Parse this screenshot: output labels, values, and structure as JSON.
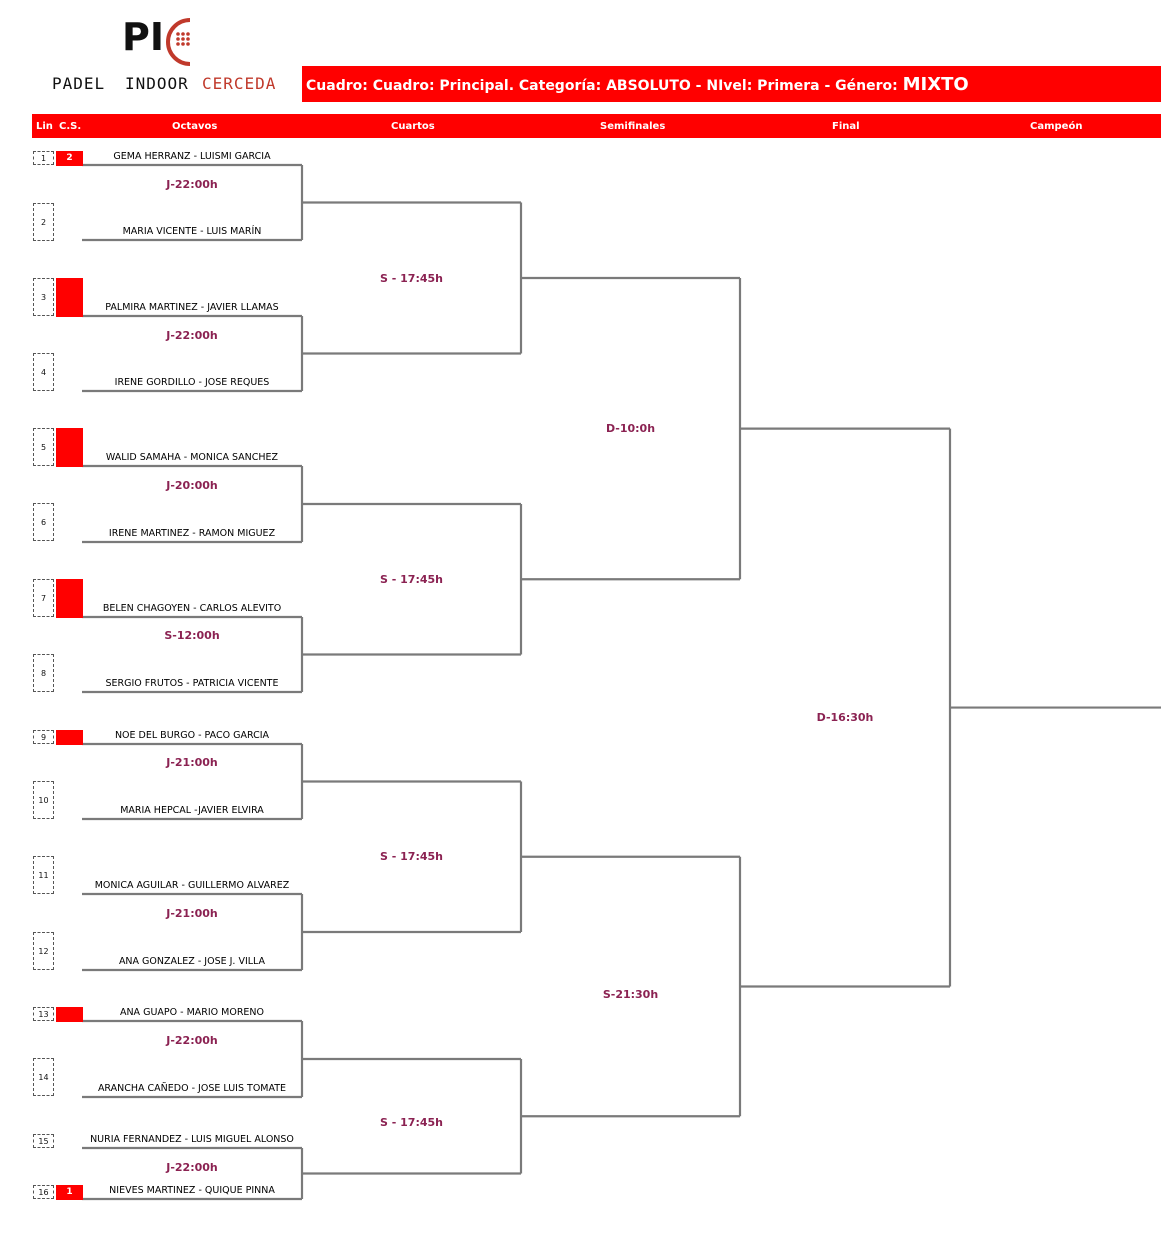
{
  "logo": {
    "mark": "PI",
    "words": [
      "PADEL",
      "INDOOR",
      "CERCEDA"
    ]
  },
  "title": {
    "prefix": "Cuadro: Cuadro: Principal. Categoría: ABSOLUTO - NIvel: Primera - Género:",
    "gender": "MIXTO"
  },
  "columns": {
    "lin": "Lin",
    "cs": "C.S.",
    "octavos": "Octavos",
    "cuartos": "Cuartos",
    "semifinales": "Semifinales",
    "final": "Final",
    "campeon": "Campeón"
  },
  "colors": {
    "accent": "#ff0000",
    "time": "#8b2252",
    "bracket_line": "#7a7a7a"
  },
  "entries": [
    {
      "lin": "1",
      "seed": "2",
      "seed_shown": true,
      "player": "GEMA HERRANZ - LUISMI GARCIA"
    },
    {
      "lin": "2",
      "seed": "",
      "seed_shown": false,
      "player": "MARIA VICENTE - LUIS MARÍN"
    },
    {
      "lin": "3",
      "seed": "",
      "seed_shown": true,
      "player": "PALMIRA MARTINEZ - JAVIER LLAMAS"
    },
    {
      "lin": "4",
      "seed": "",
      "seed_shown": false,
      "player": "IRENE GORDILLO - JOSE REQUES"
    },
    {
      "lin": "5",
      "seed": "",
      "seed_shown": true,
      "player": "WALID SAMAHA - MONICA SANCHEZ"
    },
    {
      "lin": "6",
      "seed": "",
      "seed_shown": false,
      "player": "IRENE MARTINEZ - RAMON MIGUEZ"
    },
    {
      "lin": "7",
      "seed": "",
      "seed_shown": true,
      "player": "BELEN CHAGOYEN - CARLOS ALEVITO"
    },
    {
      "lin": "8",
      "seed": "",
      "seed_shown": false,
      "player": "SERGIO FRUTOS - PATRICIA VICENTE"
    },
    {
      "lin": "9",
      "seed": "",
      "seed_shown": true,
      "player": "NOE DEL BURGO - PACO GARCIA"
    },
    {
      "lin": "10",
      "seed": "",
      "seed_shown": false,
      "player": "MARIA HEPCAL -JAVIER ELVIRA"
    },
    {
      "lin": "11",
      "seed": "",
      "seed_shown": false,
      "player": "MONICA AGUILAR - GUILLERMO ALVAREZ"
    },
    {
      "lin": "12",
      "seed": "",
      "seed_shown": false,
      "player": "ANA GONZALEZ - JOSE J. VILLA"
    },
    {
      "lin": "13",
      "seed": "",
      "seed_shown": true,
      "player": "ANA GUAPO - MARIO MORENO"
    },
    {
      "lin": "14",
      "seed": "",
      "seed_shown": false,
      "player": "ARANCHA CAÑEDO - JOSE LUIS TOMATE"
    },
    {
      "lin": "15",
      "seed": "",
      "seed_shown": false,
      "player": "NURIA FERNANDEZ - LUIS MIGUEL ALONSO"
    },
    {
      "lin": "16",
      "seed": "1",
      "seed_shown": true,
      "player": "NIEVES MARTINEZ - QUIQUE PINNA"
    }
  ],
  "octavos_times": [
    "J-22:00h",
    "J-22:00h",
    "J-20:00h",
    "S-12:00h",
    "J-21:00h",
    "J-21:00h",
    "J-22:00h",
    "J-22:00h"
  ],
  "cuartos_times": [
    "S - 17:45h",
    "S - 17:45h",
    "S - 17:45h",
    "S - 17:45h"
  ],
  "semis_times": [
    "D-10:0h",
    "S-21:30h"
  ],
  "final_time": "D-16:30h"
}
